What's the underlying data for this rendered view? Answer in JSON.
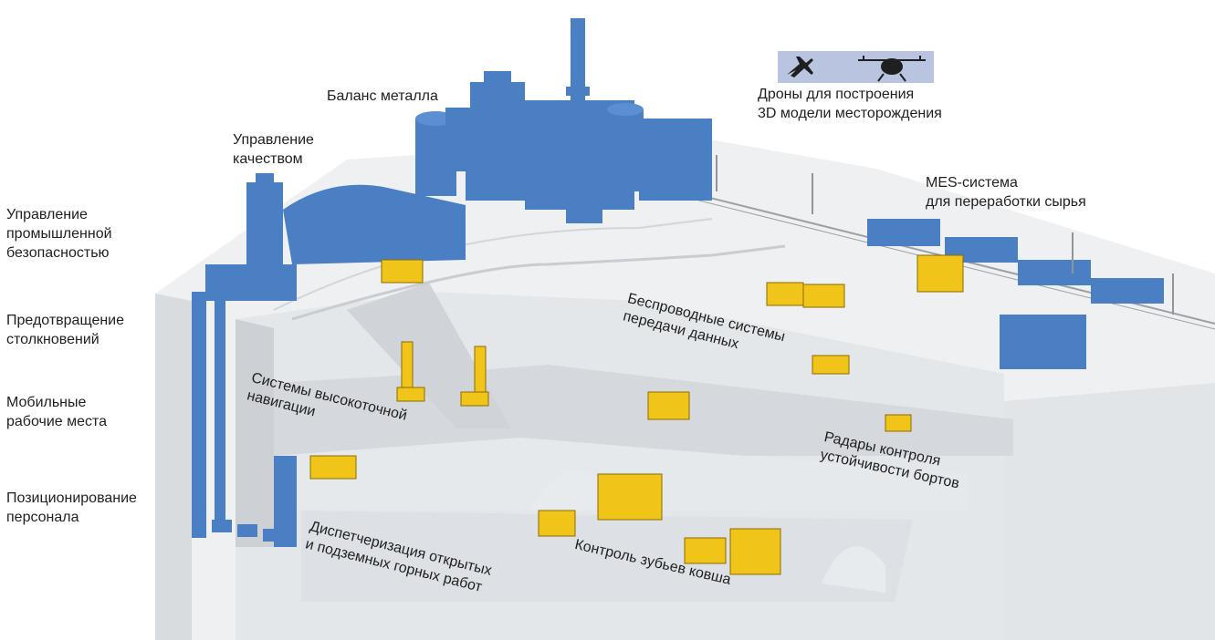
{
  "labels": {
    "metal_balance": "Баланс металла",
    "drones": "Дроны для построения\n3D модели месторождения",
    "quality": "Управление\nкачеством",
    "mes": "MES-система\nдля переработки сырья",
    "industrial_safety": "Управление\nпромышленной\nбезопасностью",
    "collision": "Предотвращение\nстолкновений",
    "mobile": "Мобильные\nрабочие места",
    "positioning": "Позиционирование\nперсонала",
    "wireless": "Беспроводные системы\nпередачи данных",
    "navigation": "Системы высокоточной\nнавигации",
    "radar": "Радары контроля\nустойчивости бортов",
    "dispatch": "Диспетчеризация открытых\nи подземных горных работ",
    "teeth": "Контроль зубьев ковша"
  },
  "icons": [
    "airplane-icon",
    "drone-icon"
  ],
  "colors": {
    "equipment_blue": "#4a7fc4",
    "vehicle_yellow": "#f0c419",
    "terrain": "#eef0f2",
    "drone_box": "#b8c4e0"
  }
}
